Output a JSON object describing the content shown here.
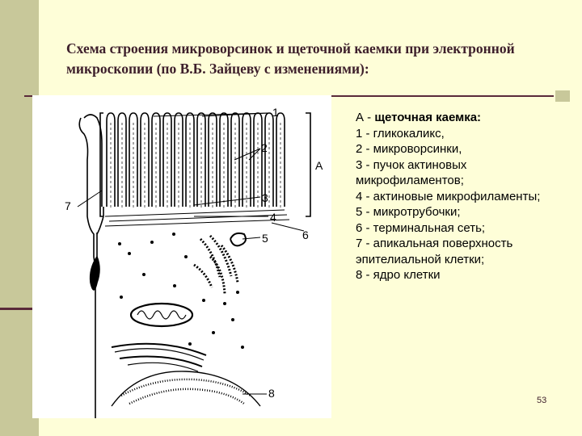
{
  "slide": {
    "title": "Схема строения микроворсинок и щеточной каемки при электронной микроскопии (по В.Б. Зайцеву с изменениями):",
    "page_number": "53"
  },
  "figure": {
    "labels": {
      "l1": "1",
      "l2": "2",
      "lA": "А",
      "l3": "3",
      "l4": "4",
      "l5": "5",
      "l6": "6",
      "l7": "7",
      "l8": "8"
    }
  },
  "legend": {
    "a_prefix": "А - ",
    "a_term": "щеточная каемка:",
    "items": [
      "1 - гликокаликс,",
      "2 - микроворсинки,",
      "3 - пучок актиновых микрофиламентов;",
      "4 - актиновые микрофиламенты;",
      "5 - микротрубочки;",
      "6 - терминальная сеть;",
      "7 - апикальная поверхность эпителиальной клетки;",
      "8 - ядро клетки"
    ]
  },
  "colors": {
    "background": "#fefed8",
    "sidebar": "#c8c89a",
    "title_text": "#3d1f2b"
  }
}
